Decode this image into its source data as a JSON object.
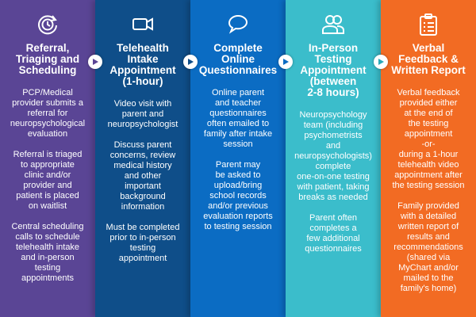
{
  "colors": {
    "step1": "#5a4595",
    "step2": "#0f4e89",
    "step3": "#0b6cc3",
    "step4": "#3bbdcb",
    "step5": "#f26b23"
  },
  "steps": [
    {
      "icon": "clock-refresh-icon",
      "title": "Referral,\nTriaging and\nScheduling",
      "body": "PCP/Medical\nprovider submits a\nreferral for\nneuropsychological\nevaluation\n\nReferral is triaged\nto appropriate\nclinic and/or\nprovider and\npatient is placed\non waitlist\n\nCentral scheduling\ncalls to schedule\ntelehealth intake\nand in-person\ntesting\nappointments"
    },
    {
      "icon": "video-camera-icon",
      "title": "Telehealth\nIntake\nAppointment\n(1-hour)",
      "body": "Video visit with\nparent and\nneuropsychologist\n\nDiscuss parent\nconcerns, review\nmedical history\nand other\nimportant\nbackground\ninformation\n\nMust be completed\nprior to in-person\ntesting\nappointment"
    },
    {
      "icon": "speech-bubble-icon",
      "title": "Complete\nOnline\nQuestionnaires",
      "body": "Online parent\nand teacher\nquestionnaires\noften emailed to\nfamily after intake\nsession\n\nParent may\nbe asked to\nupload/bring\nschool records\nand/or previous\nevaluation reports\nto testing session"
    },
    {
      "icon": "people-icon",
      "title": "In-Person\nTesting\nAppointment\n(between\n2-8 hours)",
      "body": "Neuropsychology\nteam (including\npsychometrists\nand\nneuropsychologists)\ncomplete\none-on-one testing\nwith patient, taking\nbreaks as needed\n\nParent often\ncompletes a\nfew additional\nquestionnaires"
    },
    {
      "icon": "clipboard-icon",
      "title": "Verbal\nFeedback &\nWritten Report",
      "body": "Verbal feedback\nprovided either\nat the end of\nthe testing\nappointment\n-or-\nduring a 1-hour\ntelehealth video\nappointment after\nthe testing session\n\nFamily provided\nwith a detailed\nwritten report of\nresults and\nrecommendations\n(shared via\nMyChart and/or\nmailed to the\nfamily's home)"
    }
  ]
}
